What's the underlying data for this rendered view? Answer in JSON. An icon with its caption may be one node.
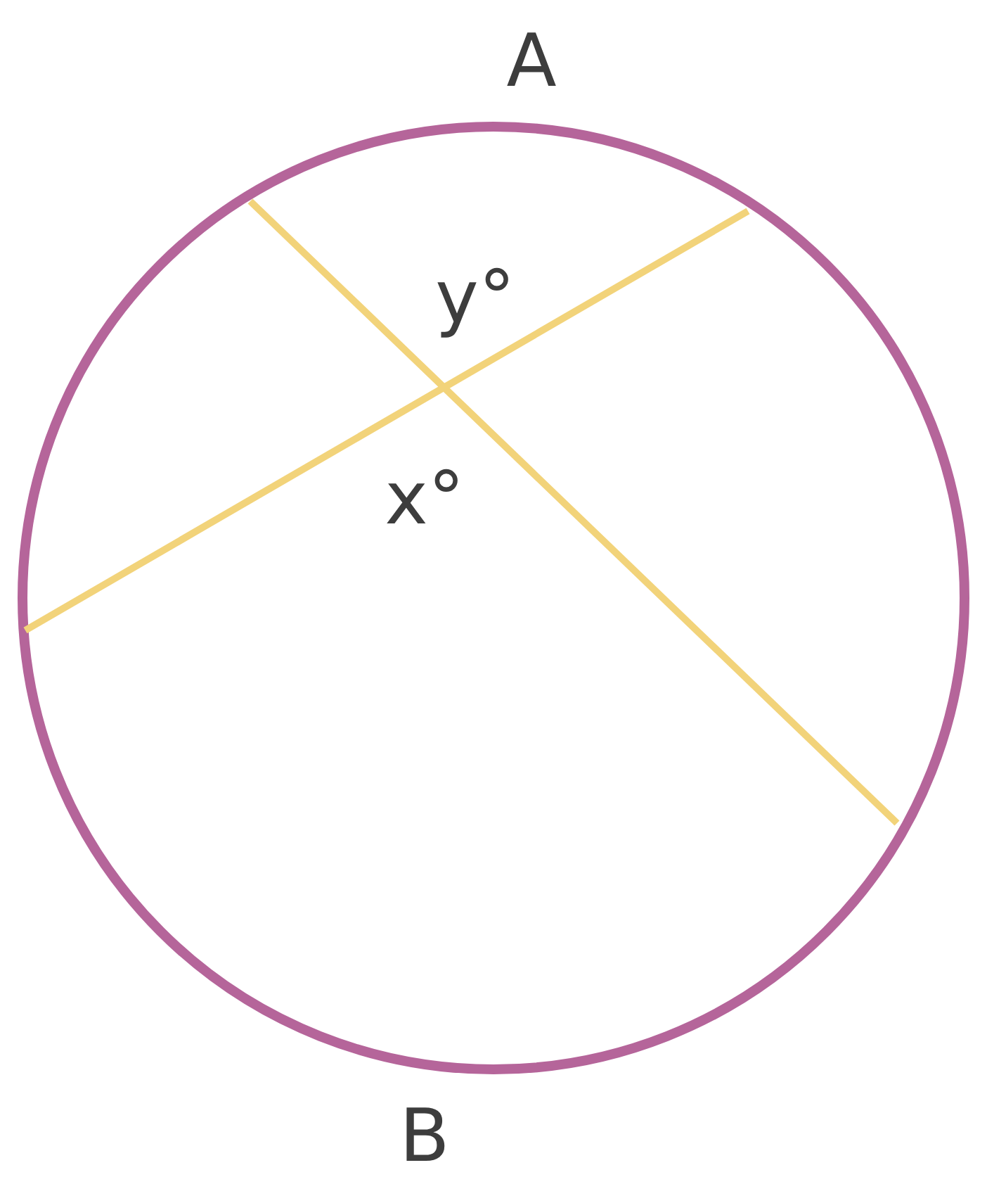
{
  "diagram": {
    "labels": [
      "A",
      "y°",
      "x°",
      "B"
    ]
  }
}
